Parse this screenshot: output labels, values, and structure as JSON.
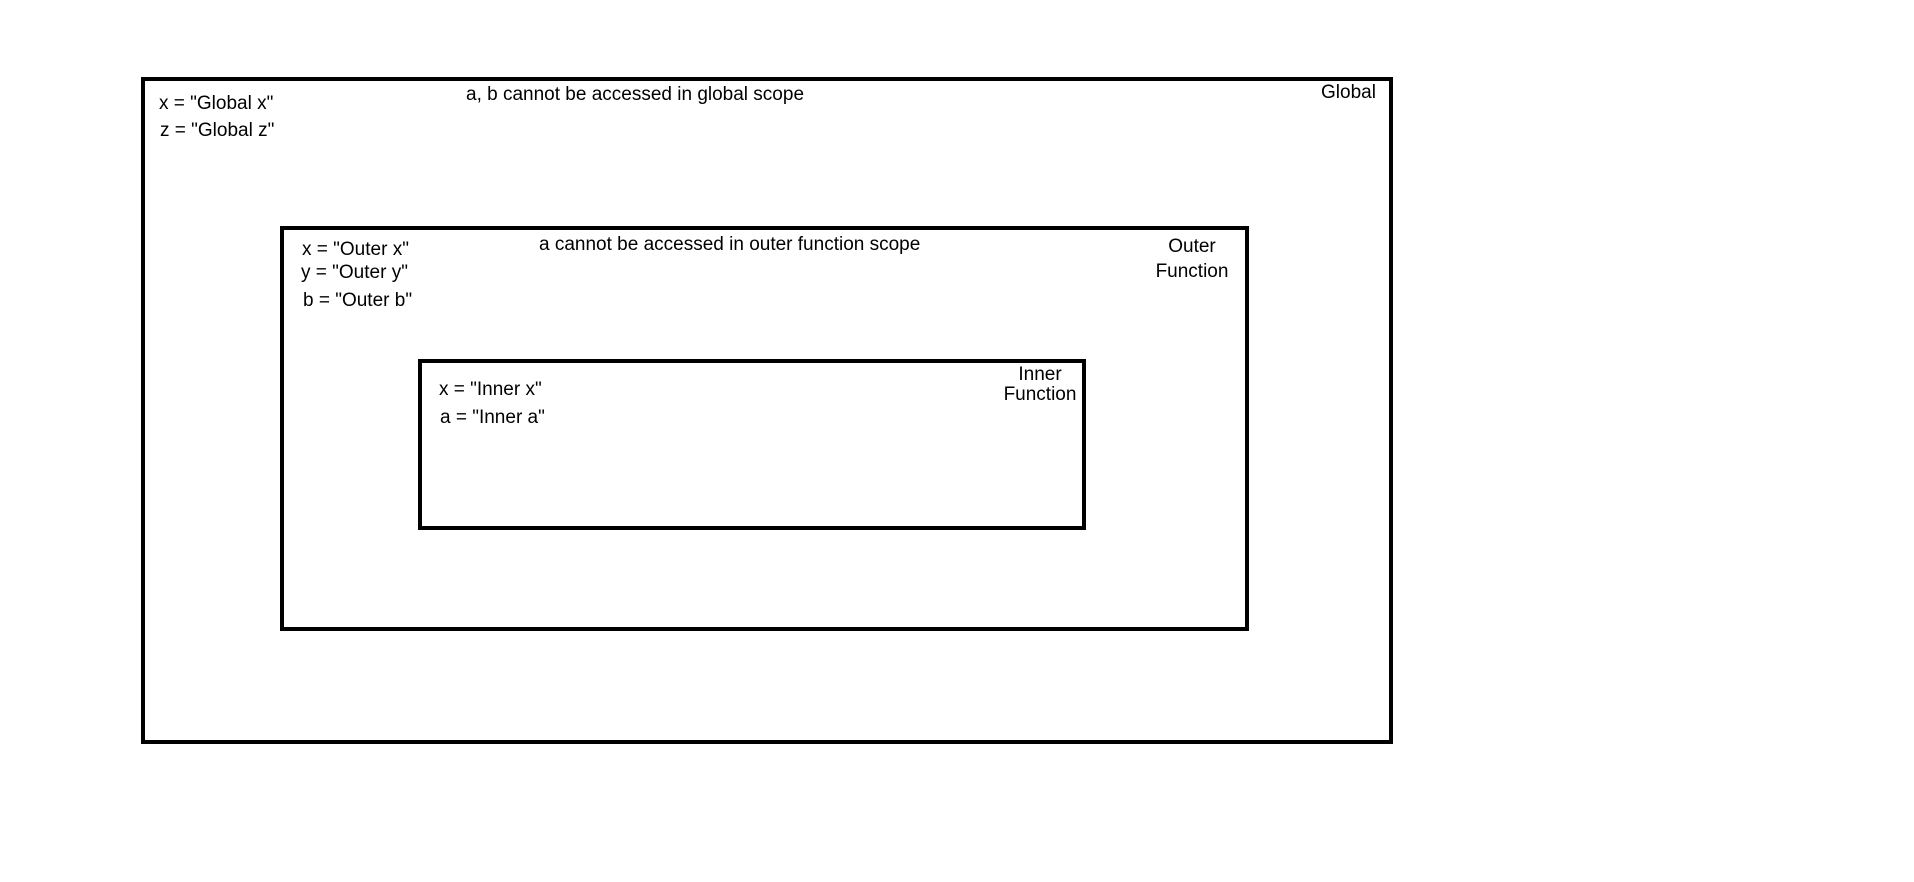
{
  "global": {
    "label": "Global",
    "note": "a, b cannot be accessed  in global scope",
    "vars": [
      "x = \"Global x\"",
      "z = \"Global z\""
    ]
  },
  "outer": {
    "label_line1": "Outer",
    "label_line2": "Function",
    "note": "a cannot be accessed in outer function scope",
    "vars": [
      "x = \"Outer x\"",
      "y = \"Outer y\"",
      "b = \"Outer b\""
    ]
  },
  "inner": {
    "label_line1": "Inner",
    "label_line2": "Function",
    "vars": [
      "x = \"Inner x\"",
      "a = \"Inner a\""
    ]
  }
}
